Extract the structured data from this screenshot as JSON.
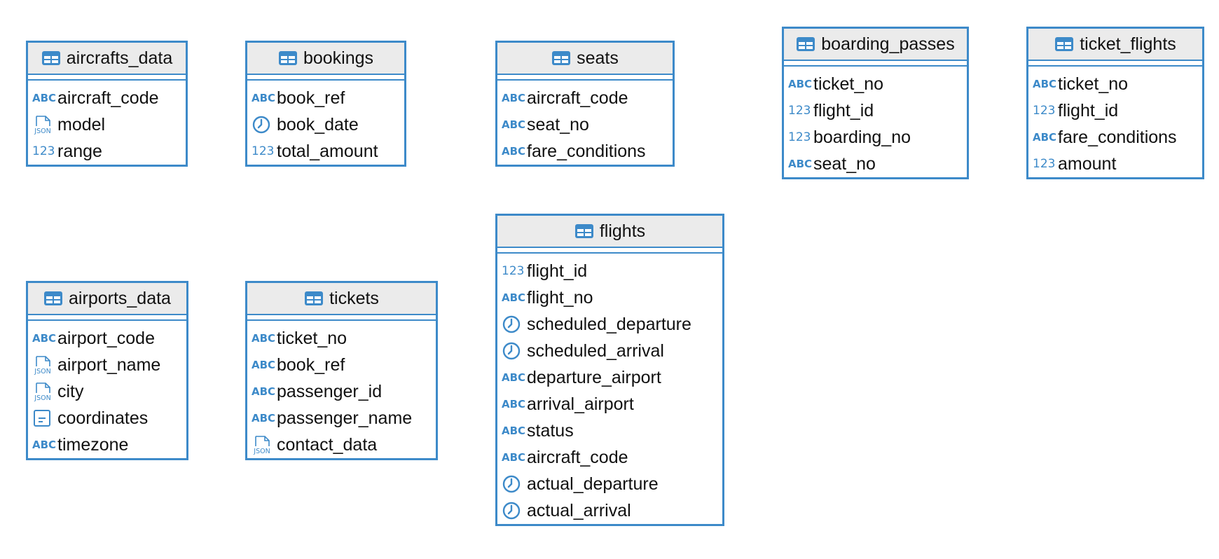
{
  "theme": {
    "border_color": "#3d8ac9",
    "header_bg": "#ebebeb",
    "icon_color": "#3d8ac9",
    "text_color": "#111111"
  },
  "type_icons": {
    "text": "ABC",
    "number": "123",
    "json": "JSON",
    "timestamp": "clock-icon",
    "geometry": "point-icon"
  },
  "tables": [
    {
      "id": "aircrafts_data",
      "name": "aircrafts_data",
      "columns": [
        {
          "name": "aircraft_code",
          "type": "text",
          "label": "ABC"
        },
        {
          "name": "model",
          "type": "json",
          "label": "JSON"
        },
        {
          "name": "range",
          "type": "number",
          "label": "123"
        }
      ]
    },
    {
      "id": "bookings",
      "name": "bookings",
      "columns": [
        {
          "name": "book_ref",
          "type": "text",
          "label": "ABC"
        },
        {
          "name": "book_date",
          "type": "timestamp",
          "label": ""
        },
        {
          "name": "total_amount",
          "type": "number",
          "label": "123"
        }
      ]
    },
    {
      "id": "seats",
      "name": "seats",
      "columns": [
        {
          "name": "aircraft_code",
          "type": "text",
          "label": "ABC"
        },
        {
          "name": "seat_no",
          "type": "text",
          "label": "ABC"
        },
        {
          "name": "fare_conditions",
          "type": "text",
          "label": "ABC"
        }
      ]
    },
    {
      "id": "boarding_passes",
      "name": "boarding_passes",
      "columns": [
        {
          "name": "ticket_no",
          "type": "text",
          "label": "ABC"
        },
        {
          "name": "flight_id",
          "type": "number",
          "label": "123"
        },
        {
          "name": "boarding_no",
          "type": "number",
          "label": "123"
        },
        {
          "name": "seat_no",
          "type": "text",
          "label": "ABC"
        }
      ]
    },
    {
      "id": "ticket_flights",
      "name": "ticket_flights",
      "columns": [
        {
          "name": "ticket_no",
          "type": "text",
          "label": "ABC"
        },
        {
          "name": "flight_id",
          "type": "number",
          "label": "123"
        },
        {
          "name": "fare_conditions",
          "type": "text",
          "label": "ABC"
        },
        {
          "name": "amount",
          "type": "number",
          "label": "123"
        }
      ]
    },
    {
      "id": "flights",
      "name": "flights",
      "columns": [
        {
          "name": "flight_id",
          "type": "number",
          "label": "123"
        },
        {
          "name": "flight_no",
          "type": "text",
          "label": "ABC"
        },
        {
          "name": "scheduled_departure",
          "type": "timestamp",
          "label": ""
        },
        {
          "name": "scheduled_arrival",
          "type": "timestamp",
          "label": ""
        },
        {
          "name": "departure_airport",
          "type": "text",
          "label": "ABC"
        },
        {
          "name": "arrival_airport",
          "type": "text",
          "label": "ABC"
        },
        {
          "name": "status",
          "type": "text",
          "label": "ABC"
        },
        {
          "name": "aircraft_code",
          "type": "text",
          "label": "ABC"
        },
        {
          "name": "actual_departure",
          "type": "timestamp",
          "label": ""
        },
        {
          "name": "actual_arrival",
          "type": "timestamp",
          "label": ""
        }
      ]
    },
    {
      "id": "airports_data",
      "name": "airports_data",
      "columns": [
        {
          "name": "airport_code",
          "type": "text",
          "label": "ABC"
        },
        {
          "name": "airport_name",
          "type": "json",
          "label": "JSON"
        },
        {
          "name": "city",
          "type": "json",
          "label": "JSON"
        },
        {
          "name": "coordinates",
          "type": "geometry",
          "label": ""
        },
        {
          "name": "timezone",
          "type": "text",
          "label": "ABC"
        }
      ]
    },
    {
      "id": "tickets",
      "name": "tickets",
      "columns": [
        {
          "name": "ticket_no",
          "type": "text",
          "label": "ABC"
        },
        {
          "name": "book_ref",
          "type": "text",
          "label": "ABC"
        },
        {
          "name": "passenger_id",
          "type": "text",
          "label": "ABC"
        },
        {
          "name": "passenger_name",
          "type": "text",
          "label": "ABC"
        },
        {
          "name": "contact_data",
          "type": "json",
          "label": "JSON"
        }
      ]
    }
  ]
}
